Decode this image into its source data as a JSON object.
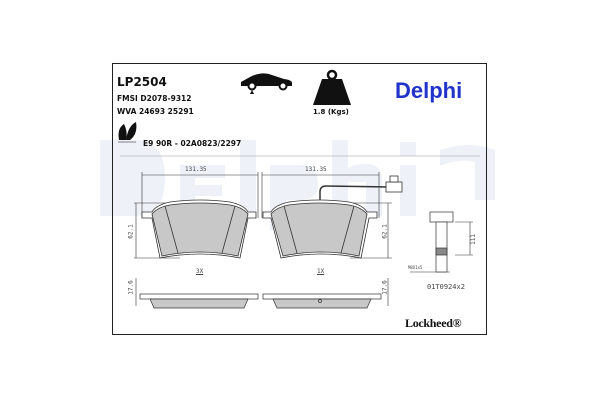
{
  "product": {
    "code": "LP2504",
    "fmsi": "FMSI D2078-9312",
    "wva": "WVA 24693 25291",
    "certification": "E9 90R - 02A0823/2297",
    "weight": "1.8 (Kgs)"
  },
  "brand": {
    "name": "Delphi",
    "color": "#2233cc",
    "watermark": "Delphi",
    "sub_brand": "Lockheed®"
  },
  "icons": [
    "car-front-axle-icon",
    "weight-icon",
    "eco-leaf-icon"
  ],
  "drawing": {
    "width_left": "131.35",
    "width_right": "131.35",
    "height_left": "62.1",
    "height_right": "62.1",
    "thickness_left": "17.6",
    "thickness_right": "17.6",
    "qty_left": "3X",
    "qty_right": "1X",
    "bolt_length": "111",
    "bolt_thread": "M8X1x5",
    "bolt_part": "01T0924x2"
  }
}
